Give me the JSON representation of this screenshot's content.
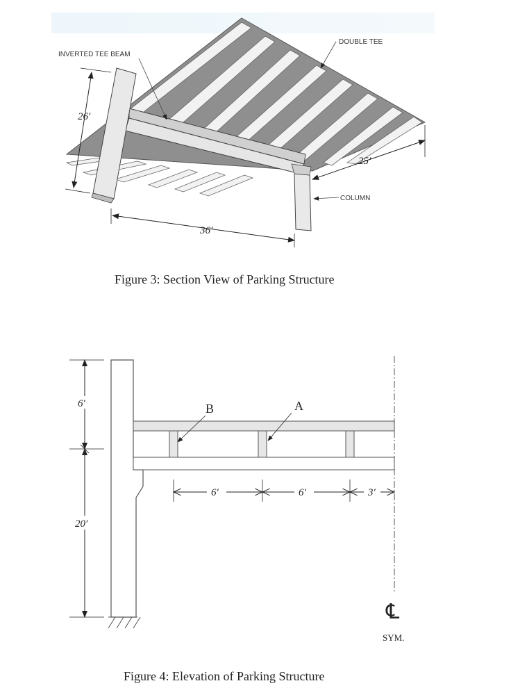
{
  "figure3": {
    "caption": "Figure 3: Section View of Parking Structure",
    "labels": {
      "inverted_tee_beam": "INVERTED TEE BEAM",
      "double_tee": "DOUBLE TEE",
      "column": "COLUMN"
    },
    "dimensions": {
      "height": "26′",
      "span": "36′",
      "depth": "25′"
    }
  },
  "figure4": {
    "caption": "Figure 4: Elevation of Parking Structure",
    "labels": {
      "a": "A",
      "b": "B",
      "centerline": "℄",
      "sym": "SYM."
    },
    "dimensions": {
      "upper": "6′",
      "lower": "20′",
      "spacing1": "6′",
      "spacing2": "6′",
      "spacing3": "3′"
    }
  }
}
